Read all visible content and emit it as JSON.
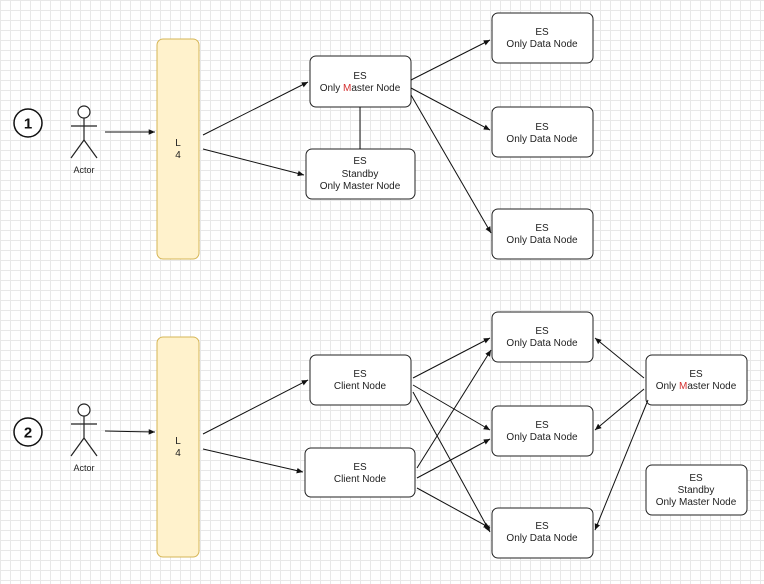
{
  "colors": {
    "grid": "#e8e8e8",
    "lb_fill": "#fff2cc",
    "lb_stroke": "#d6b656",
    "node_stroke": "#222222",
    "highlight": "#d32f2f"
  },
  "diagram1": {
    "step": "1",
    "actor": "Actor",
    "lb": {
      "line1": "L",
      "line2": "4"
    },
    "master": {
      "title": "ES",
      "pre": "Only ",
      "hl": "M",
      "post": "aster Node"
    },
    "standby": {
      "title": "ES",
      "line2": "Standby",
      "line3": "Only Master Node"
    },
    "data_nodes": [
      {
        "title": "ES",
        "label": "Only Data Node"
      },
      {
        "title": "ES",
        "label": "Only Data Node"
      },
      {
        "title": "ES",
        "label": "Only Data Node"
      }
    ]
  },
  "diagram2": {
    "step": "2",
    "actor": "Actor",
    "lb": {
      "line1": "L",
      "line2": "4"
    },
    "client_nodes": [
      {
        "title": "ES",
        "label": "Client Node"
      },
      {
        "title": "ES",
        "label": "Client Node"
      }
    ],
    "data_nodes": [
      {
        "title": "ES",
        "label": "Only Data Node"
      },
      {
        "title": "ES",
        "label": "Only Data Node"
      },
      {
        "title": "ES",
        "label": "Only Data Node"
      }
    ],
    "master": {
      "title": "ES",
      "pre": "Only ",
      "hl": "M",
      "post": "aster Node"
    },
    "standby": {
      "title": "ES",
      "line2": "Standby",
      "line3": "Only Master Node"
    }
  }
}
